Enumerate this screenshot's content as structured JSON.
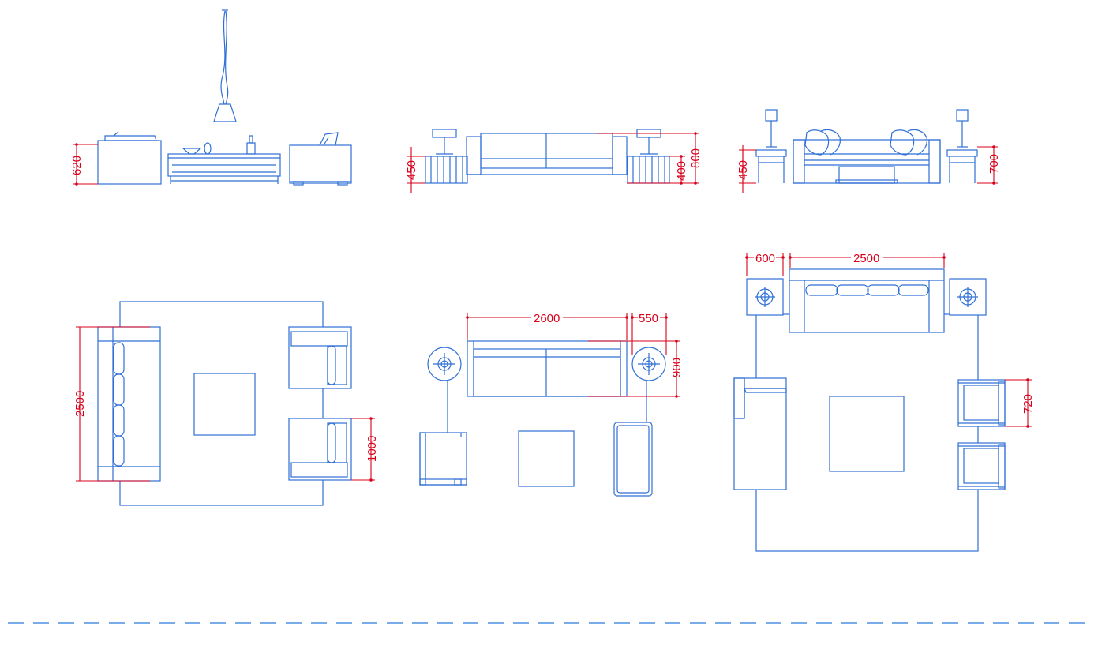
{
  "colors": {
    "lines": "#2f6fd6",
    "dimensions": "#d9001b",
    "divider": "#4a90e2"
  },
  "dimensions": {
    "elev1_height": "620",
    "elev2_side_table": "450",
    "elev2_table_top": "400",
    "elev2_sofa_height": "800",
    "elev3_side_table": "450",
    "elev3_lamp_height": "700",
    "plan1_sofa_length": "2500",
    "plan1_armchair": "1000",
    "plan2_sofa_length": "2600",
    "plan2_side_table": "550",
    "plan2_sofa_depth": "900",
    "plan3_side_table": "600",
    "plan3_sofa_length": "2500",
    "plan3_armchair": "720"
  }
}
